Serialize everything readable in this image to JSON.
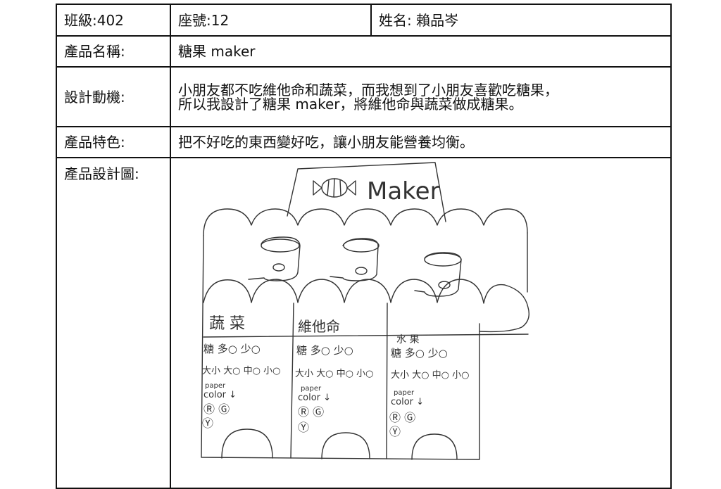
{
  "form": {
    "class_label": "班級:402",
    "seat_label": "座號:12",
    "name_label": "姓名:  賴品岑",
    "product_name_label": "產品名稱:",
    "product_name": "糖果 maker",
    "motive_label": "設計動機:",
    "motive_line1": "小朋友都不吃維他命和蔬菜，而我想到了小朋友喜歡吃糖果，",
    "motive_line2": "所以我設計了糖果 maker，將維他命與蔬菜做成糖果。",
    "feature_label": "產品特色:",
    "feature": "把不好吃的東西變好吃，讓小朋友能營養均衡。",
    "drawing_label": "產品設計圖:"
  },
  "drawing": {
    "sign_text": "Maker",
    "columns": [
      {
        "title": "蔬 菜",
        "sugar": "糖 多○ 少○",
        "size": "大小 大○ 中○ 小○",
        "paper": "paper",
        "color": "color ↓",
        "choices_top": "Ⓡ Ⓖ",
        "choices_bottom": "Ⓨ"
      },
      {
        "title": "維他命",
        "sugar": "糖 多○ 少○",
        "size": "大小 大○ 中○ 小○",
        "paper": "paper",
        "color": "color ↓",
        "choices_top": "Ⓡ Ⓖ",
        "choices_bottom": "Ⓨ"
      },
      {
        "title": "水 果",
        "sugar": "糖 多○ 少○",
        "size": "大小 大○ 中○ 小○",
        "paper": "paper",
        "color": "color ↓",
        "choices_top": "Ⓡ Ⓖ",
        "choices_bottom": "Ⓨ"
      }
    ]
  }
}
